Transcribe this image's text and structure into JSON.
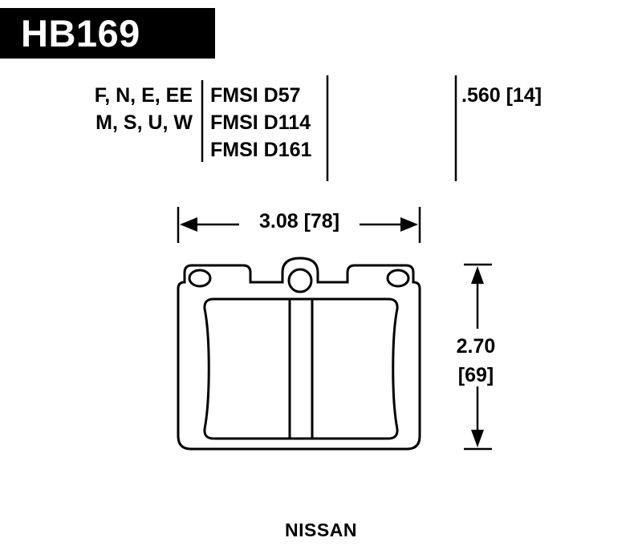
{
  "header": {
    "part_number": "HB169"
  },
  "specs": {
    "compound_lines": [
      "F, N, E, EE",
      "M, S, U, W"
    ],
    "fmsi_lines": [
      "FMSI D57",
      "FMSI D114",
      "FMSI D161"
    ],
    "pad_thickness": ".560 [14]"
  },
  "dimensions": {
    "width_label": "3.08 [78]",
    "height_label_primary": "2.70",
    "height_label_secondary": "[69]"
  },
  "footer": {
    "application": "NISSAN"
  },
  "colors": {
    "ink": "#000000",
    "background": "#ffffff",
    "badge_background": "#000000",
    "badge_text": "#ffffff"
  }
}
